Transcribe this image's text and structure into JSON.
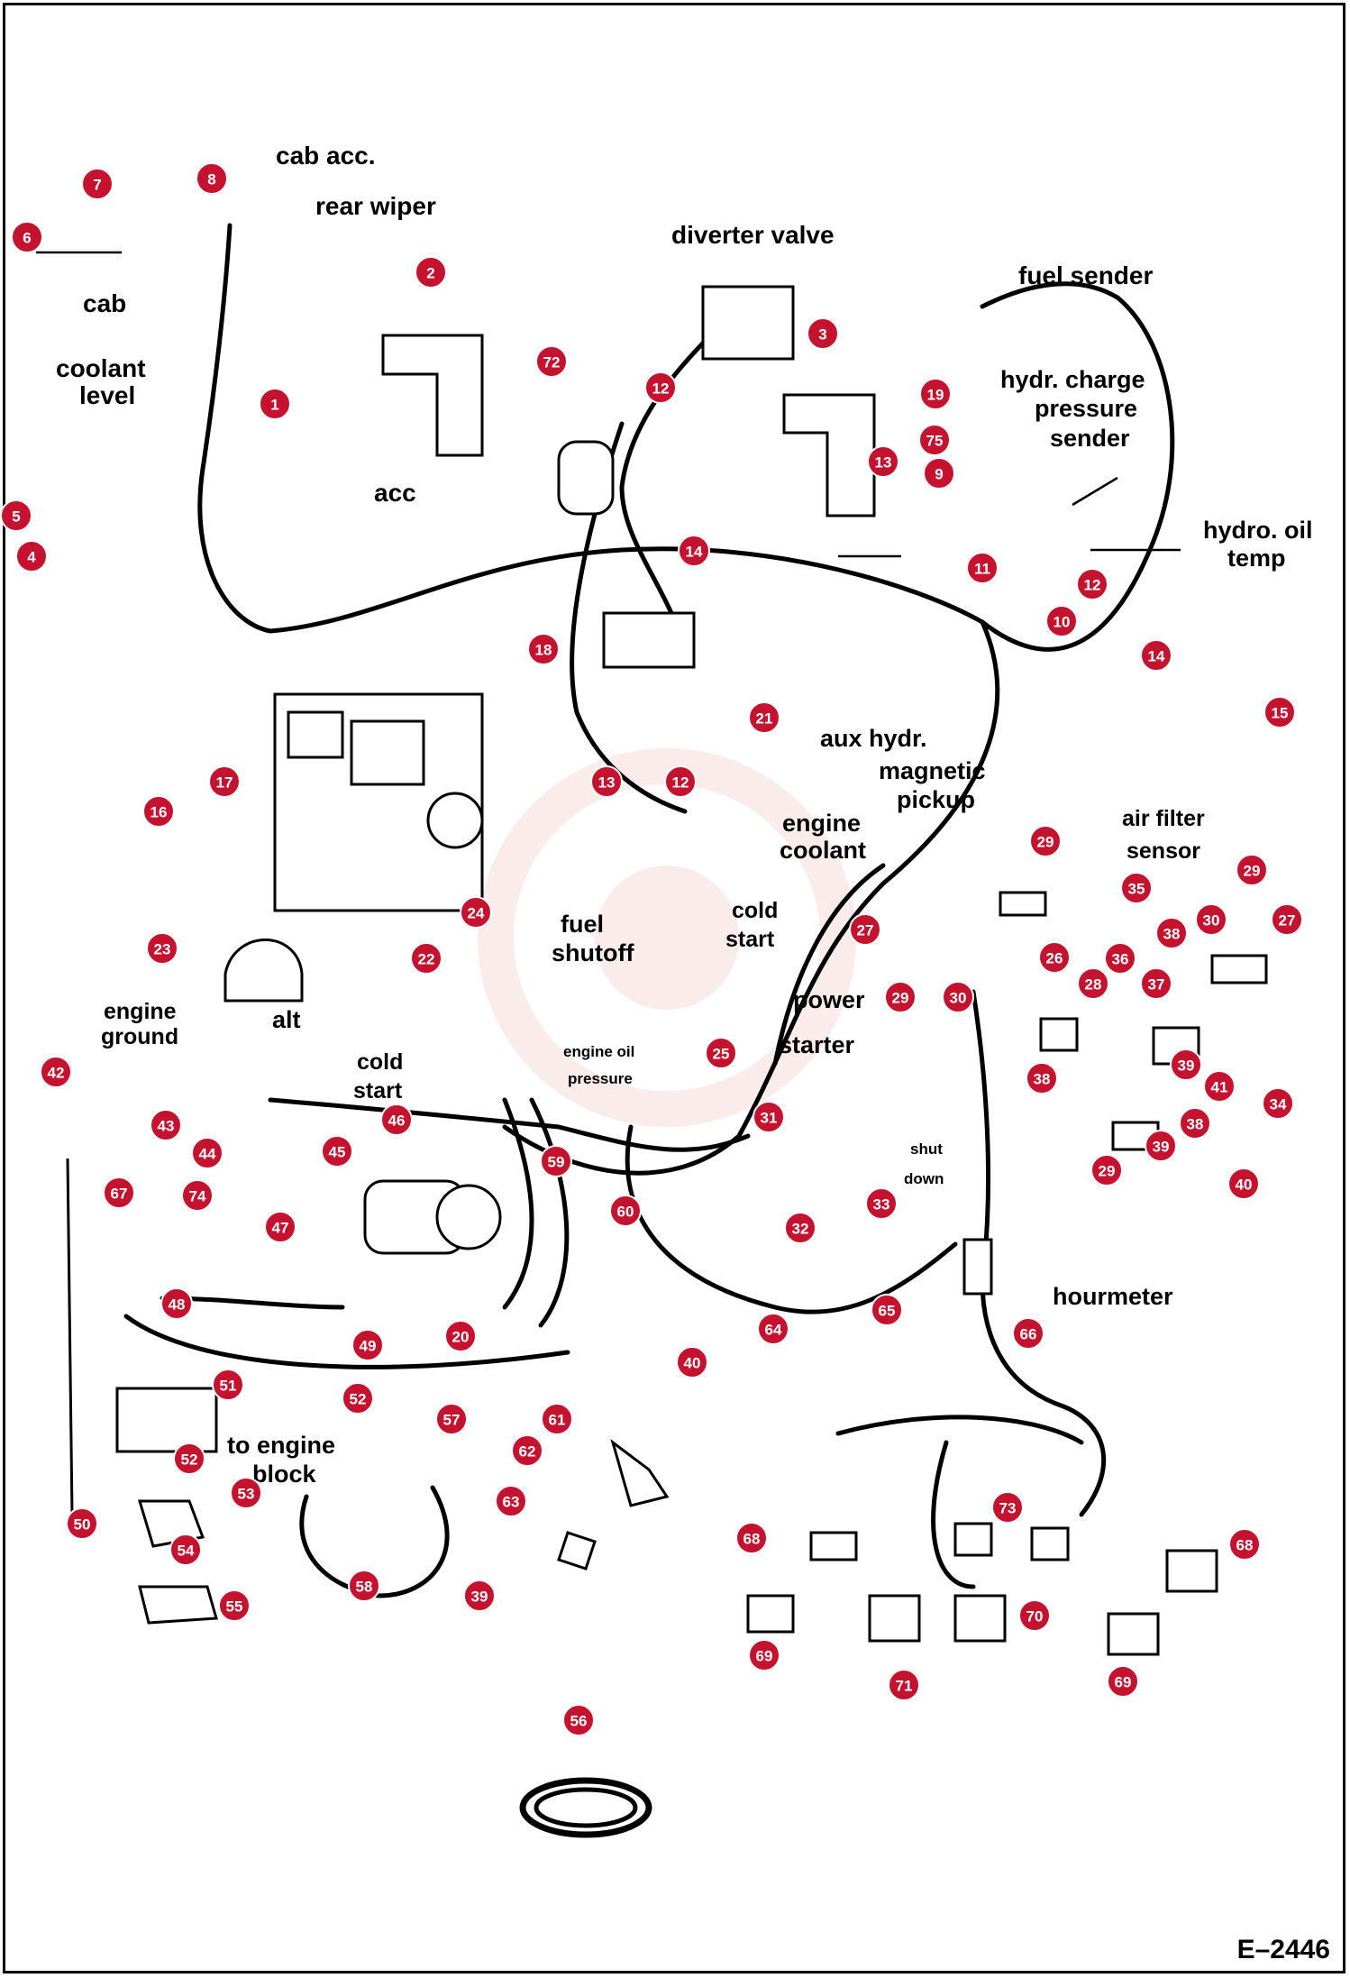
{
  "drawing_ref": "E–2446",
  "labels": {
    "cab_acc": "cab acc.",
    "rear_wiper": "rear wiper",
    "cab": "cab",
    "coolant": "coolant",
    "level": "level",
    "acc": "acc",
    "diverter_valve": "diverter valve",
    "fuel_sender": "fuel sender",
    "hydr_charge": "hydr. charge",
    "pressure": "pressure",
    "sender": "sender",
    "hydro_oil": "hydro. oil",
    "temp": "temp",
    "aux_hydr": "aux hydr.",
    "magnetic": "magnetic",
    "pickup": "pickup",
    "engine": "engine",
    "coolant2": "coolant",
    "air_filter": "air filter",
    "sensor": "sensor",
    "cold": "cold",
    "start": "start",
    "fuel": "fuel",
    "shutoff": "shutoff",
    "power": "power",
    "starter": "starter",
    "engine_oil": "engine oil",
    "pressure2": "pressure",
    "engine_ground_1": "engine",
    "engine_ground_2": "ground",
    "alt": "alt",
    "cold2": "cold",
    "start2": "start",
    "shut": "shut",
    "down": "down",
    "hourmeter": "hourmeter",
    "to_engine": "to engine",
    "block": "block"
  },
  "callouts": [
    {
      "n": "1"
    },
    {
      "n": "2"
    },
    {
      "n": "3"
    },
    {
      "n": "4"
    },
    {
      "n": "5"
    },
    {
      "n": "6"
    },
    {
      "n": "7"
    },
    {
      "n": "8"
    },
    {
      "n": "9"
    },
    {
      "n": "10"
    },
    {
      "n": "11"
    },
    {
      "n": "12"
    },
    {
      "n": "12"
    },
    {
      "n": "12"
    },
    {
      "n": "13"
    },
    {
      "n": "13"
    },
    {
      "n": "14"
    },
    {
      "n": "14"
    },
    {
      "n": "15"
    },
    {
      "n": "16"
    },
    {
      "n": "17"
    },
    {
      "n": "18"
    },
    {
      "n": "19"
    },
    {
      "n": "20"
    },
    {
      "n": "21"
    },
    {
      "n": "22"
    },
    {
      "n": "23"
    },
    {
      "n": "24"
    },
    {
      "n": "25"
    },
    {
      "n": "26"
    },
    {
      "n": "27"
    },
    {
      "n": "27"
    },
    {
      "n": "28"
    },
    {
      "n": "29"
    },
    {
      "n": "29"
    },
    {
      "n": "29"
    },
    {
      "n": "29"
    },
    {
      "n": "30"
    },
    {
      "n": "30"
    },
    {
      "n": "31"
    },
    {
      "n": "32"
    },
    {
      "n": "33"
    },
    {
      "n": "34"
    },
    {
      "n": "35"
    },
    {
      "n": "36"
    },
    {
      "n": "37"
    },
    {
      "n": "38"
    },
    {
      "n": "38"
    },
    {
      "n": "38"
    },
    {
      "n": "39"
    },
    {
      "n": "39"
    },
    {
      "n": "39"
    },
    {
      "n": "40"
    },
    {
      "n": "40"
    },
    {
      "n": "41"
    },
    {
      "n": "42"
    },
    {
      "n": "43"
    },
    {
      "n": "44"
    },
    {
      "n": "45"
    },
    {
      "n": "46"
    },
    {
      "n": "47"
    },
    {
      "n": "48"
    },
    {
      "n": "49"
    },
    {
      "n": "50"
    },
    {
      "n": "51"
    },
    {
      "n": "52"
    },
    {
      "n": "52"
    },
    {
      "n": "53"
    },
    {
      "n": "54"
    },
    {
      "n": "55"
    },
    {
      "n": "56"
    },
    {
      "n": "57"
    },
    {
      "n": "58"
    },
    {
      "n": "59"
    },
    {
      "n": "60"
    },
    {
      "n": "61"
    },
    {
      "n": "62"
    },
    {
      "n": "63"
    },
    {
      "n": "64"
    },
    {
      "n": "65"
    },
    {
      "n": "66"
    },
    {
      "n": "67"
    },
    {
      "n": "68"
    },
    {
      "n": "68"
    },
    {
      "n": "69"
    },
    {
      "n": "69"
    },
    {
      "n": "70"
    },
    {
      "n": "71"
    },
    {
      "n": "72"
    },
    {
      "n": "73"
    },
    {
      "n": "74"
    },
    {
      "n": "75"
    }
  ],
  "colors": {
    "callout": "#c4122f",
    "line": "#000000",
    "watermark": "#f4c9c9"
  }
}
